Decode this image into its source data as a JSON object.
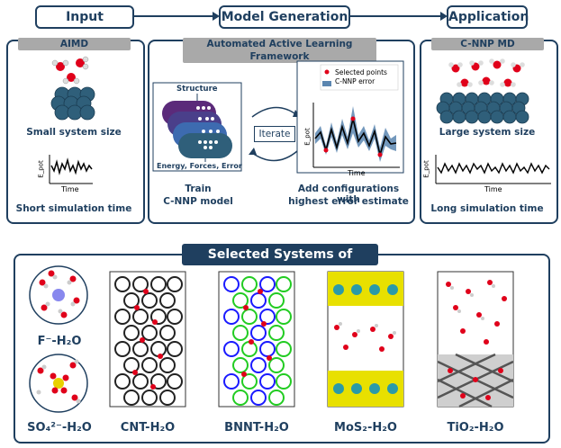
{
  "header": {
    "input": "Input",
    "model_generation": "Model Generation",
    "application": "Application"
  },
  "aimd": {
    "title": "AIMD",
    "caption1": "Small system size",
    "caption2": "Short simulation time",
    "ylabel": "E_pot",
    "xlabel": "Time"
  },
  "framework": {
    "title": "Automated Active Learning Framework",
    "structure": "Structure",
    "outputs": "Energy, Forces, Error",
    "train": "Train",
    "model": "C-NNP model",
    "iterate": "Iterate",
    "add1": "Add configurations with",
    "add2": "highest error estimate",
    "legend_selected": "Selected points",
    "legend_error": "C-NNP error",
    "plot_ylabel": "E_pot",
    "plot_xlabel": "Time"
  },
  "cnnp": {
    "title": "C-NNP MD",
    "caption1": "Large system size",
    "caption2": "Long simulation time",
    "ylabel": "E_pot",
    "xlabel": "Time"
  },
  "systems": {
    "title": "Selected Systems of Interest",
    "fluoride": "F⁻-H₂O",
    "sulfate": "SO₄²⁻-H₂O",
    "cnt": "CNT-H₂O",
    "bnnt": "BNNT-H₂O",
    "mos2": "MoS₂-H₂O",
    "tio2": "TiO₂-H₂O"
  },
  "colors": {
    "navy": "#1f3f5f",
    "grey_header": "#a9a9a9",
    "error_band": "#5b86b0",
    "selected_point": "#e0001a",
    "slab": "#2f5f7a"
  }
}
